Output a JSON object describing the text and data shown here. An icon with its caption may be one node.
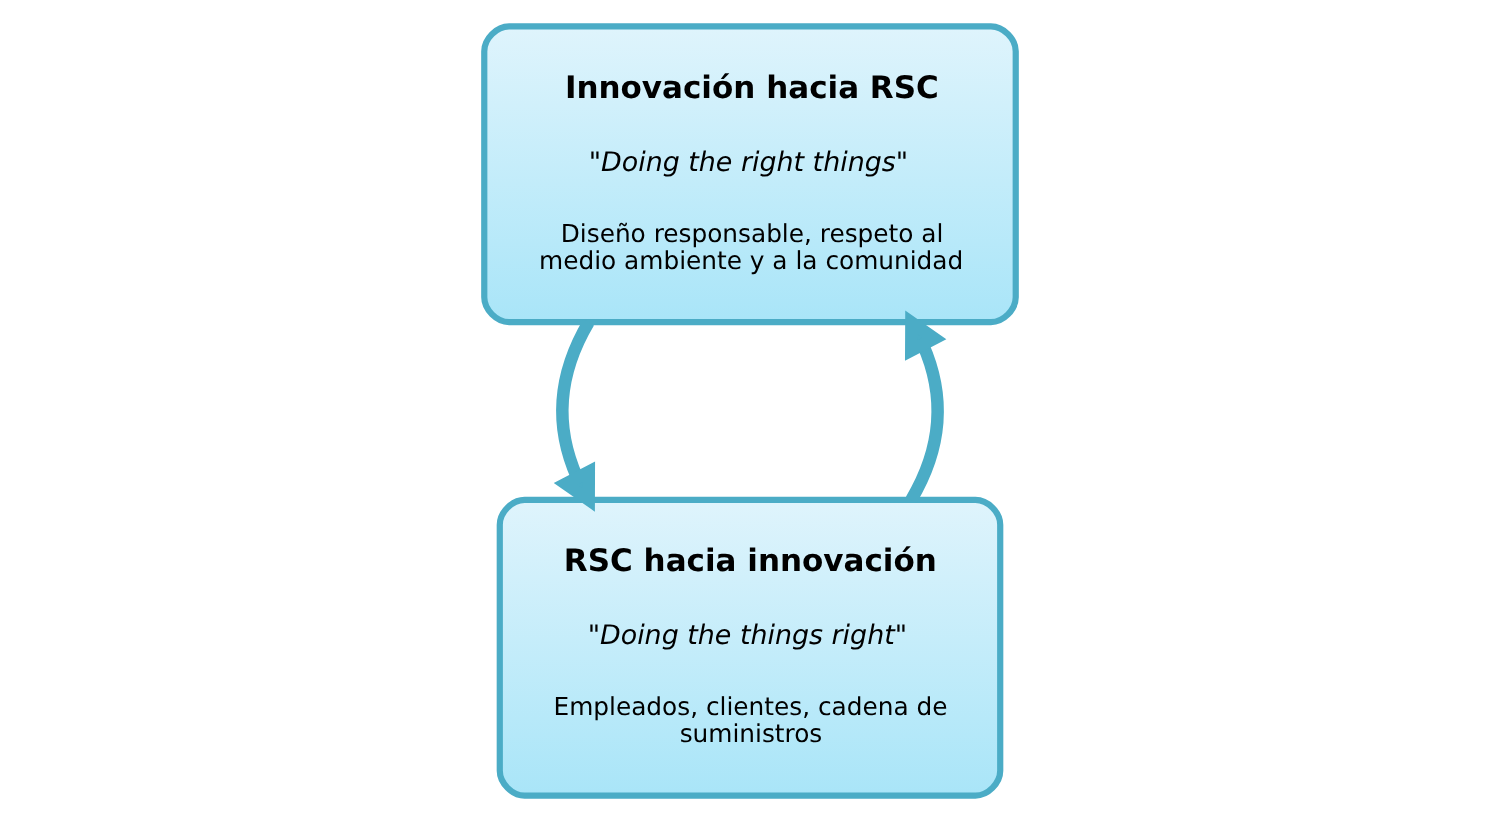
{
  "diagram": {
    "nodes": [
      {
        "text": [
          "RSC hacia innovación",
          "\"Doing the things right\"",
          "Empleados, clientes, cadena de suministros"
        ]
      },
      {
        "text": [
          "Innovación hacia RSC",
          "\"Doing the right things\"",
          "Diseño responsable, respeto al medio ambiente y a la comunidad"
        ]
      }
    ],
    "edges": [
      {
        "from": 0,
        "to": 1,
        "arrow": "to"
      },
      {
        "from": 1,
        "to": 0,
        "arrow": "to"
      }
    ]
  }
}
